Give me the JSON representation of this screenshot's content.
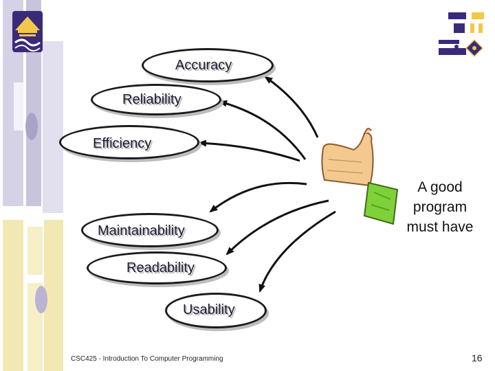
{
  "slide": {
    "qualities": [
      {
        "label": "Accuracy"
      },
      {
        "label": "Reliability"
      },
      {
        "label": "Efficiency"
      },
      {
        "label": "Maintainability"
      },
      {
        "label": "Readability"
      },
      {
        "label": "Usability"
      }
    ],
    "callout_lines": [
      "A good",
      "program",
      "must have"
    ],
    "footer": "CSC425 - Introduction To Computer Programming",
    "page_number": "16"
  },
  "colors": {
    "sidebar_gold": "#f2e8b4",
    "sidebar_lavender": "#c8c4dc",
    "logo_purple": "#3b2a7a",
    "logo_gold": "#f2c84a",
    "cuff_green": "#7fd13a",
    "skin": "#f4c98f"
  },
  "icons": [
    "university-crest-icon",
    "faculty-logo-icon",
    "thumbs-up-hand-icon"
  ]
}
